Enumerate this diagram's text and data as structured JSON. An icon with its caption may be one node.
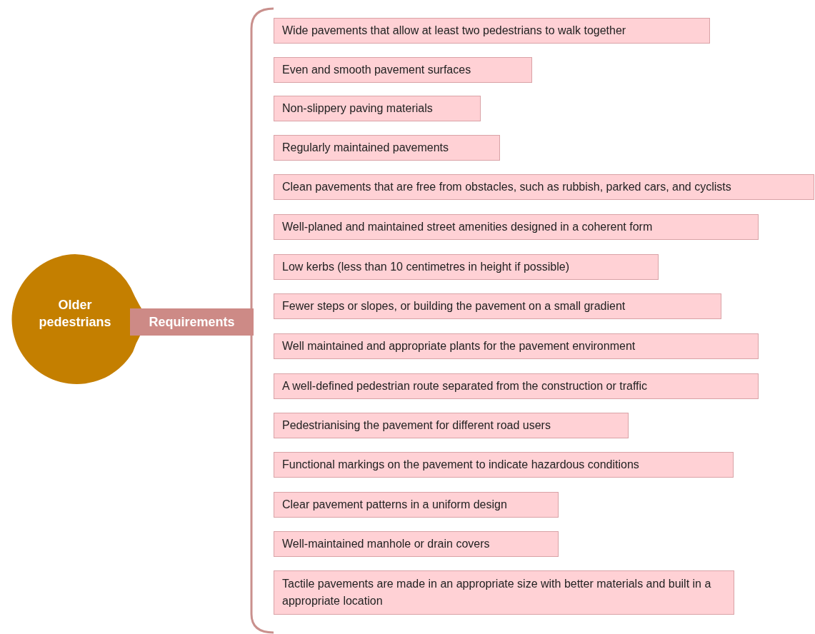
{
  "diagram": {
    "nodes": [
      {
        "text": [
          "Older pedestrians"
        ]
      },
      {
        "text": [
          "Requirements"
        ]
      },
      {
        "text": [
          "Wide pavements that allow at least two pedestrians to walk together"
        ]
      },
      {
        "text": [
          "Even and smooth pavement surfaces"
        ]
      },
      {
        "text": [
          "Non-slippery paving materials"
        ]
      },
      {
        "text": [
          "Regularly maintained pavements"
        ]
      },
      {
        "text": [
          "Clean pavements that are free from obstacles, such as rubbish, parked cars, and cyclists"
        ]
      },
      {
        "text": [
          "Well-planed and maintained street amenities designed in a coherent form"
        ]
      },
      {
        "text": [
          "Low kerbs (less than 10 centimetres in height if possible)"
        ]
      },
      {
        "text": [
          "Fewer steps or slopes, or building the pavement on a small gradient"
        ]
      },
      {
        "text": [
          "Well maintained and appropriate plants for the pavement environment"
        ]
      },
      {
        "text": [
          "A well-defined pedestrian route separated from the construction or traffic"
        ]
      },
      {
        "text": [
          "Pedestrianising the pavement for different road users"
        ]
      },
      {
        "text": [
          "Functional markings on the pavement to indicate hazardous conditions"
        ]
      },
      {
        "text": [
          "Clear pavement patterns in a uniform design"
        ]
      },
      {
        "text": [
          "Well-maintained manhole or drain covers"
        ]
      },
      {
        "text": [
          "Tactile pavements are made in an appropriate size with better materials and built in a appropriate location"
        ]
      }
    ]
  }
}
